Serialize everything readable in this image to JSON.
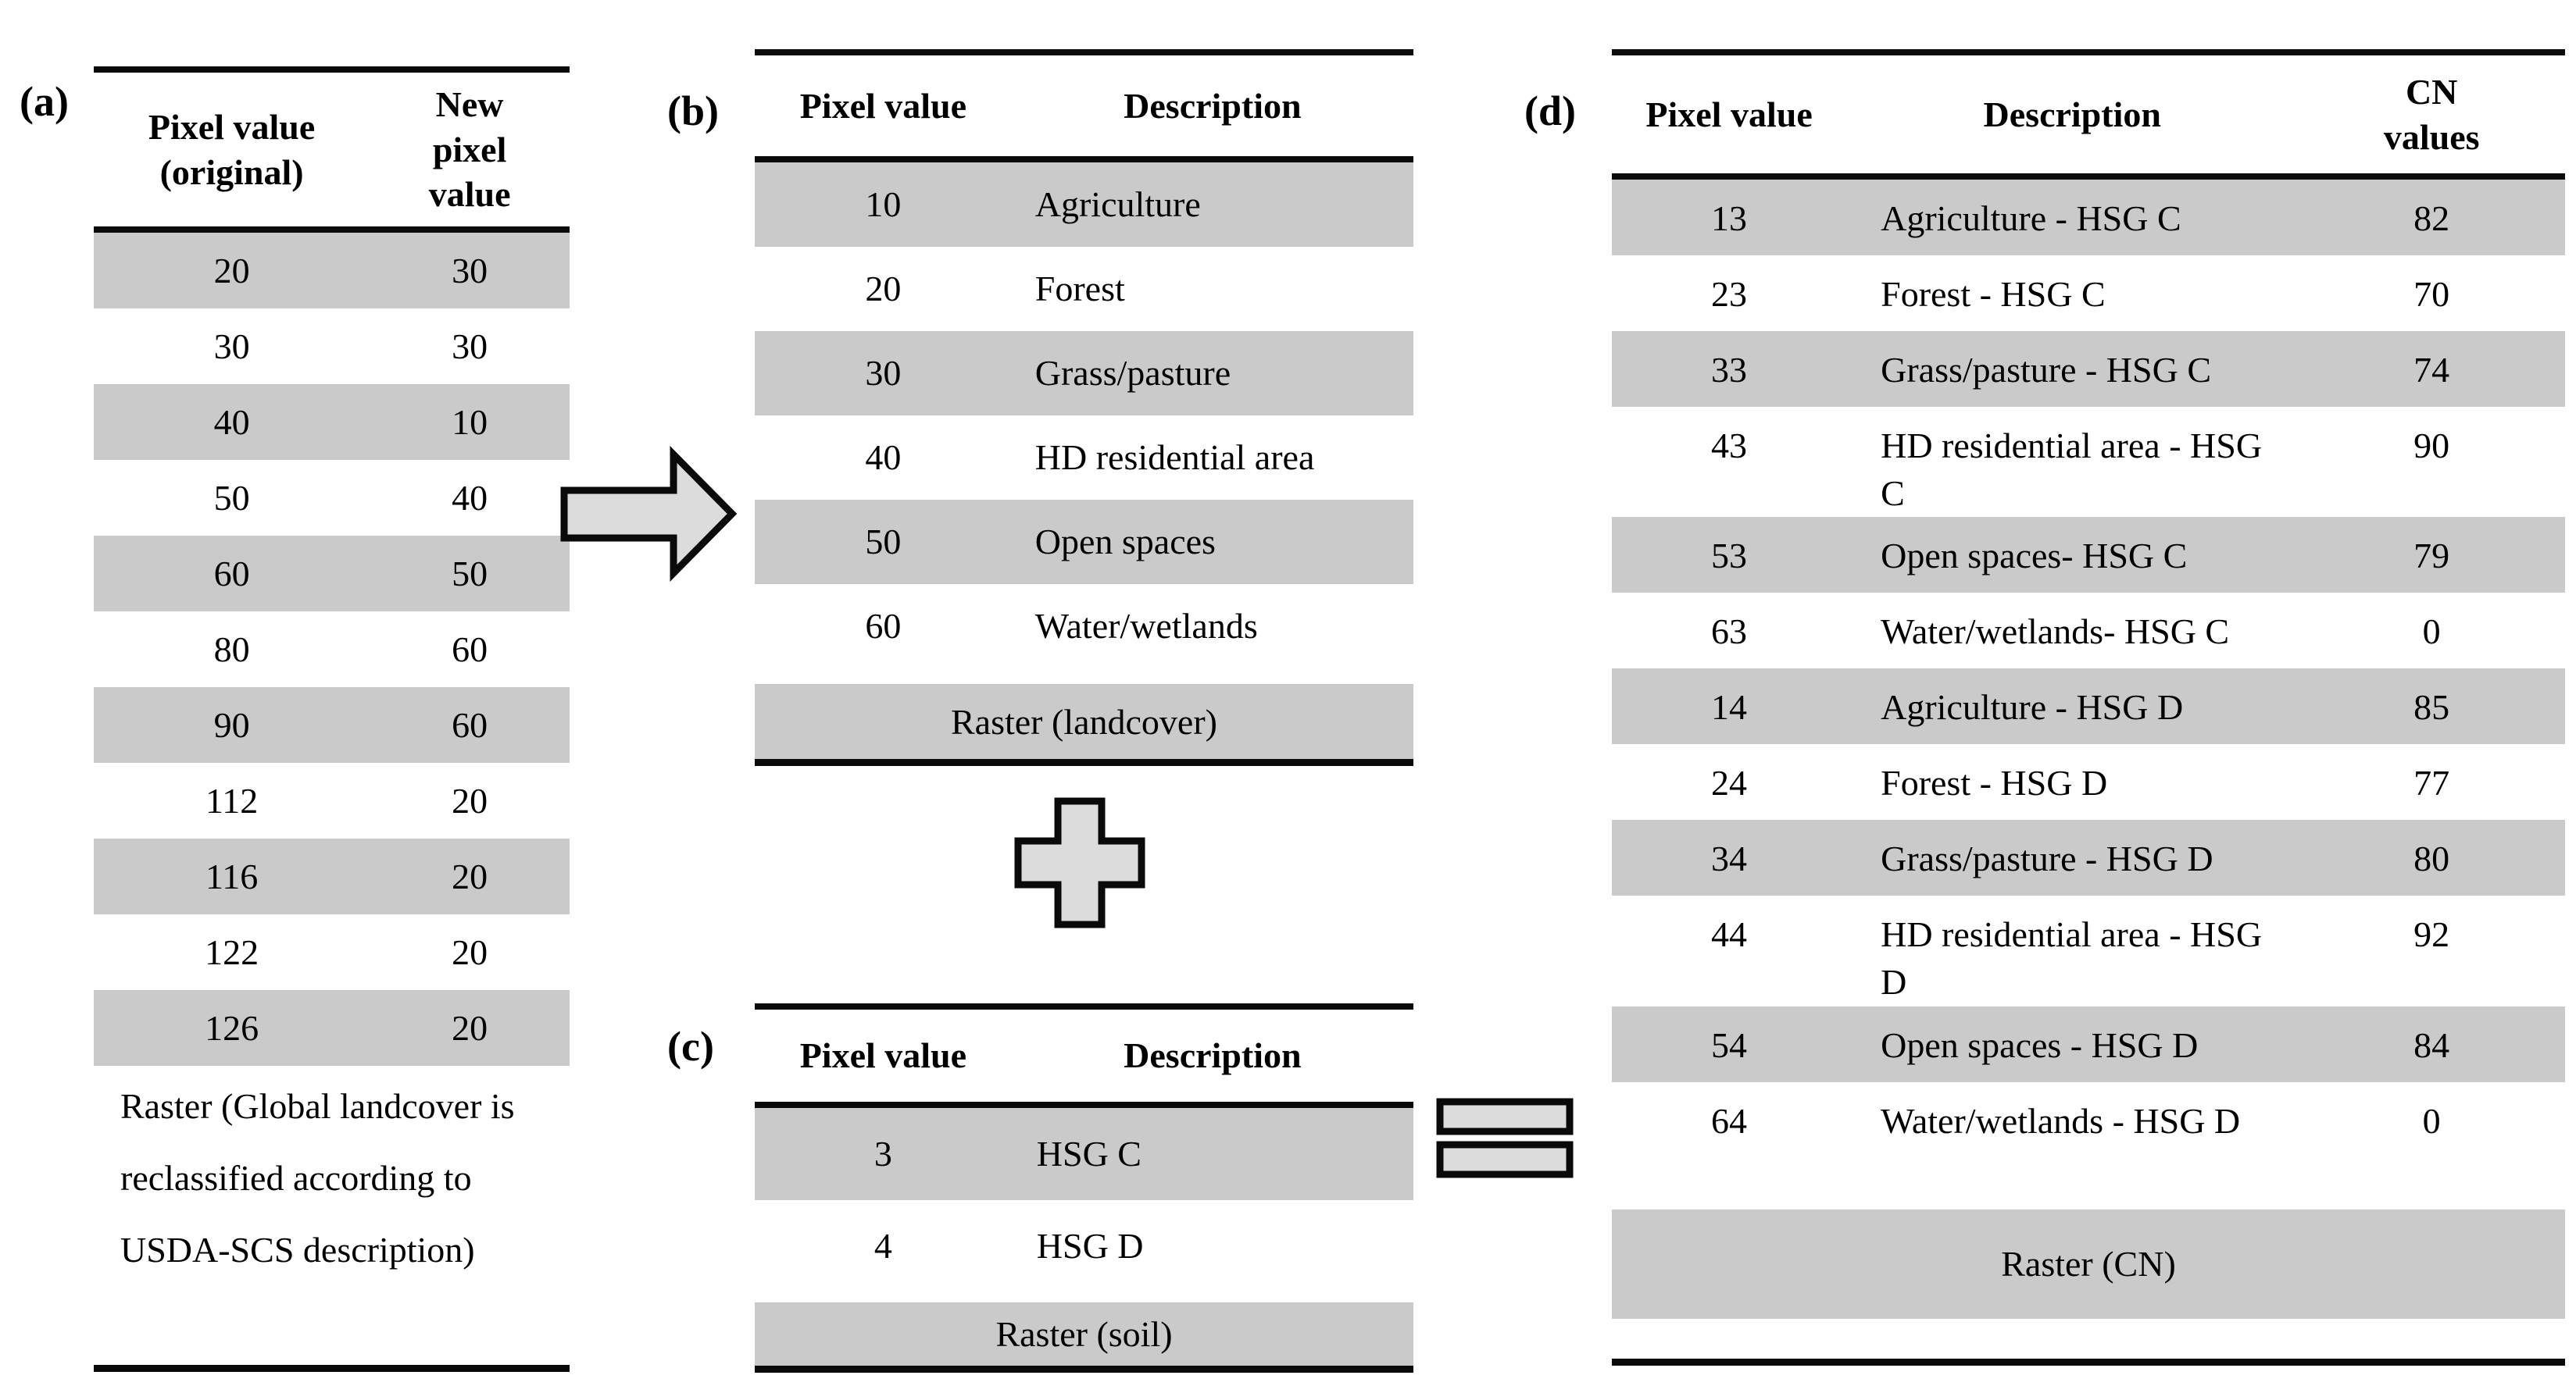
{
  "figure": {
    "colors": {
      "background": "#ffffff",
      "row_shade": "#cacaca",
      "shape_fill": "#dcdcdc",
      "rule": "#000000"
    },
    "icons": {
      "arrow": "arrow-right-icon",
      "plus": "plus-icon",
      "equals": "equals-icon"
    },
    "panels": {
      "a": {
        "label": "(a)",
        "columns": [
          "Pixel value (original)",
          "New pixel value"
        ],
        "rows": [
          [
            "20",
            "30"
          ],
          [
            "30",
            "30"
          ],
          [
            "40",
            "10"
          ],
          [
            "50",
            "40"
          ],
          [
            "60",
            "50"
          ],
          [
            "80",
            "60"
          ],
          [
            "90",
            "60"
          ],
          [
            "112",
            "20"
          ],
          [
            "116",
            "20"
          ],
          [
            "122",
            "20"
          ],
          [
            "126",
            "20"
          ]
        ],
        "footer": "Raster (Global landcover is reclassified according to USDA-SCS description)"
      },
      "b": {
        "label": "(b)",
        "columns": [
          "Pixel value",
          "Description"
        ],
        "rows": [
          [
            "10",
            "Agriculture"
          ],
          [
            "20",
            "Forest"
          ],
          [
            "30",
            "Grass/pasture"
          ],
          [
            "40",
            "HD residential area"
          ],
          [
            "50",
            "Open spaces"
          ],
          [
            "60",
            "Water/wetlands"
          ]
        ],
        "footer": "Raster (landcover)"
      },
      "c": {
        "label": "(c)",
        "columns": [
          "Pixel value",
          "Description"
        ],
        "rows": [
          [
            "3",
            "HSG C"
          ],
          [
            "4",
            "HSG D"
          ]
        ],
        "footer": "Raster (soil)"
      },
      "d": {
        "label": "(d)",
        "columns": [
          "Pixel value",
          "Description",
          "CN values"
        ],
        "rows": [
          [
            "13",
            "Agriculture - HSG C",
            "82"
          ],
          [
            "23",
            "Forest - HSG C",
            "70"
          ],
          [
            "33",
            "Grass/pasture - HSG C",
            "74"
          ],
          [
            "43",
            "HD residential area - HSG C",
            "90"
          ],
          [
            "53",
            "Open spaces- HSG C",
            "79"
          ],
          [
            "63",
            "Water/wetlands- HSG C",
            "0"
          ],
          [
            "14",
            "Agriculture - HSG D",
            "85"
          ],
          [
            "24",
            "Forest - HSG D",
            "77"
          ],
          [
            "34",
            "Grass/pasture - HSG D",
            "80"
          ],
          [
            "44",
            "HD residential area - HSG D",
            "92"
          ],
          [
            "54",
            "Open spaces - HSG D",
            "84"
          ],
          [
            "64",
            "Water/wetlands - HSG D",
            "0"
          ]
        ],
        "footer": "Raster (CN)"
      }
    }
  }
}
